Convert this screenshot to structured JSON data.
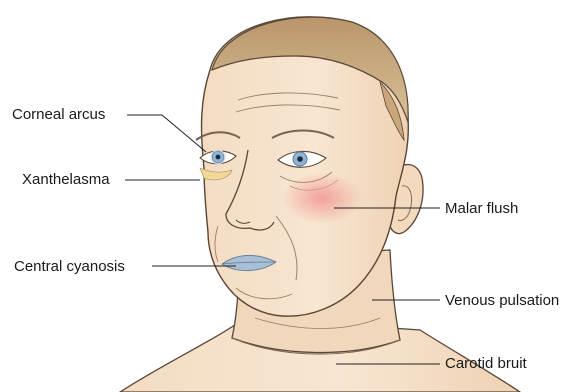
{
  "labels": {
    "corneal_arcus": "Corneal arcus",
    "xanthelasma": "Xanthelasma",
    "malar_flush": "Malar flush",
    "central_cyanosis": "Central cyanosis",
    "venous_pulsation": "Venous pulsation",
    "carotid_bruit": "Carotid bruit"
  },
  "colors": {
    "skin": "#f6e2cc",
    "skin_shadow": "#e8c9a8",
    "hair": "#c9a77a",
    "outline": "#5a4636",
    "flush": "#f08a8a",
    "cyanosis": "#a9bfd6",
    "iris": "#8fb4d8",
    "leader_line": "#222222"
  }
}
